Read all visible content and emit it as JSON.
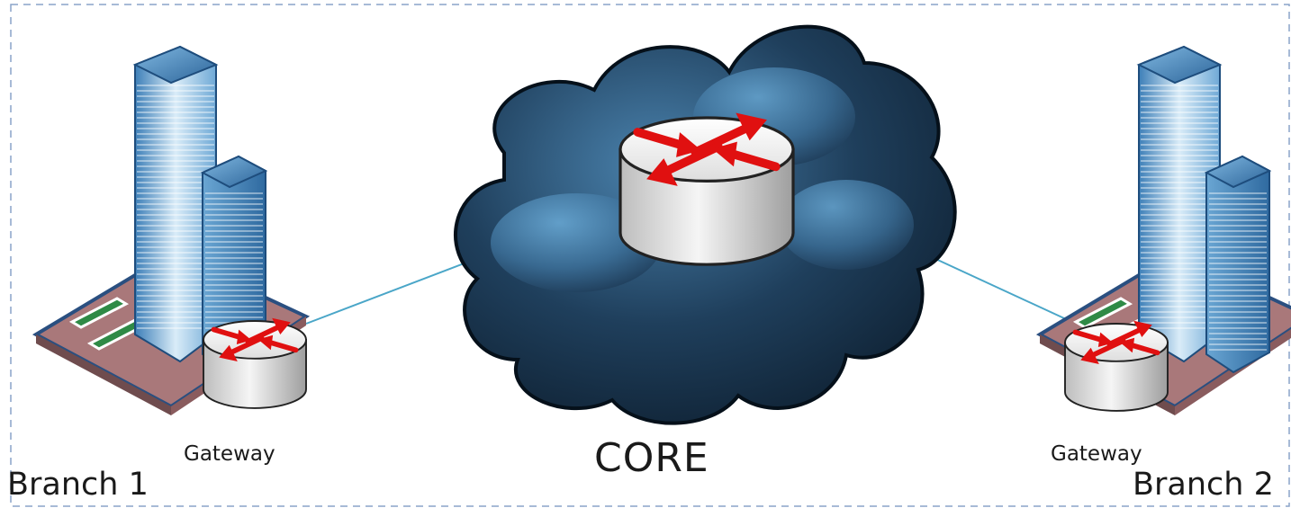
{
  "diagram": {
    "core_label": "CORE",
    "branch_1": {
      "label": "Branch 1",
      "gateway_label": "Gateway"
    },
    "branch_2": {
      "label": "Branch 2",
      "gateway_label": "Gateway"
    },
    "icons": [
      "office-building-icon",
      "router-icon",
      "cloud-icon"
    ],
    "colors": {
      "frame_dash": "#8aa4c8",
      "link_line": "#4aa6c8",
      "router_arrow": "#e01010",
      "cloud_dark": "#0e2133",
      "cloud_light": "#5b9ac7",
      "building_glass": "#5aa2d6",
      "lot_pad": "#a9787a"
    }
  }
}
